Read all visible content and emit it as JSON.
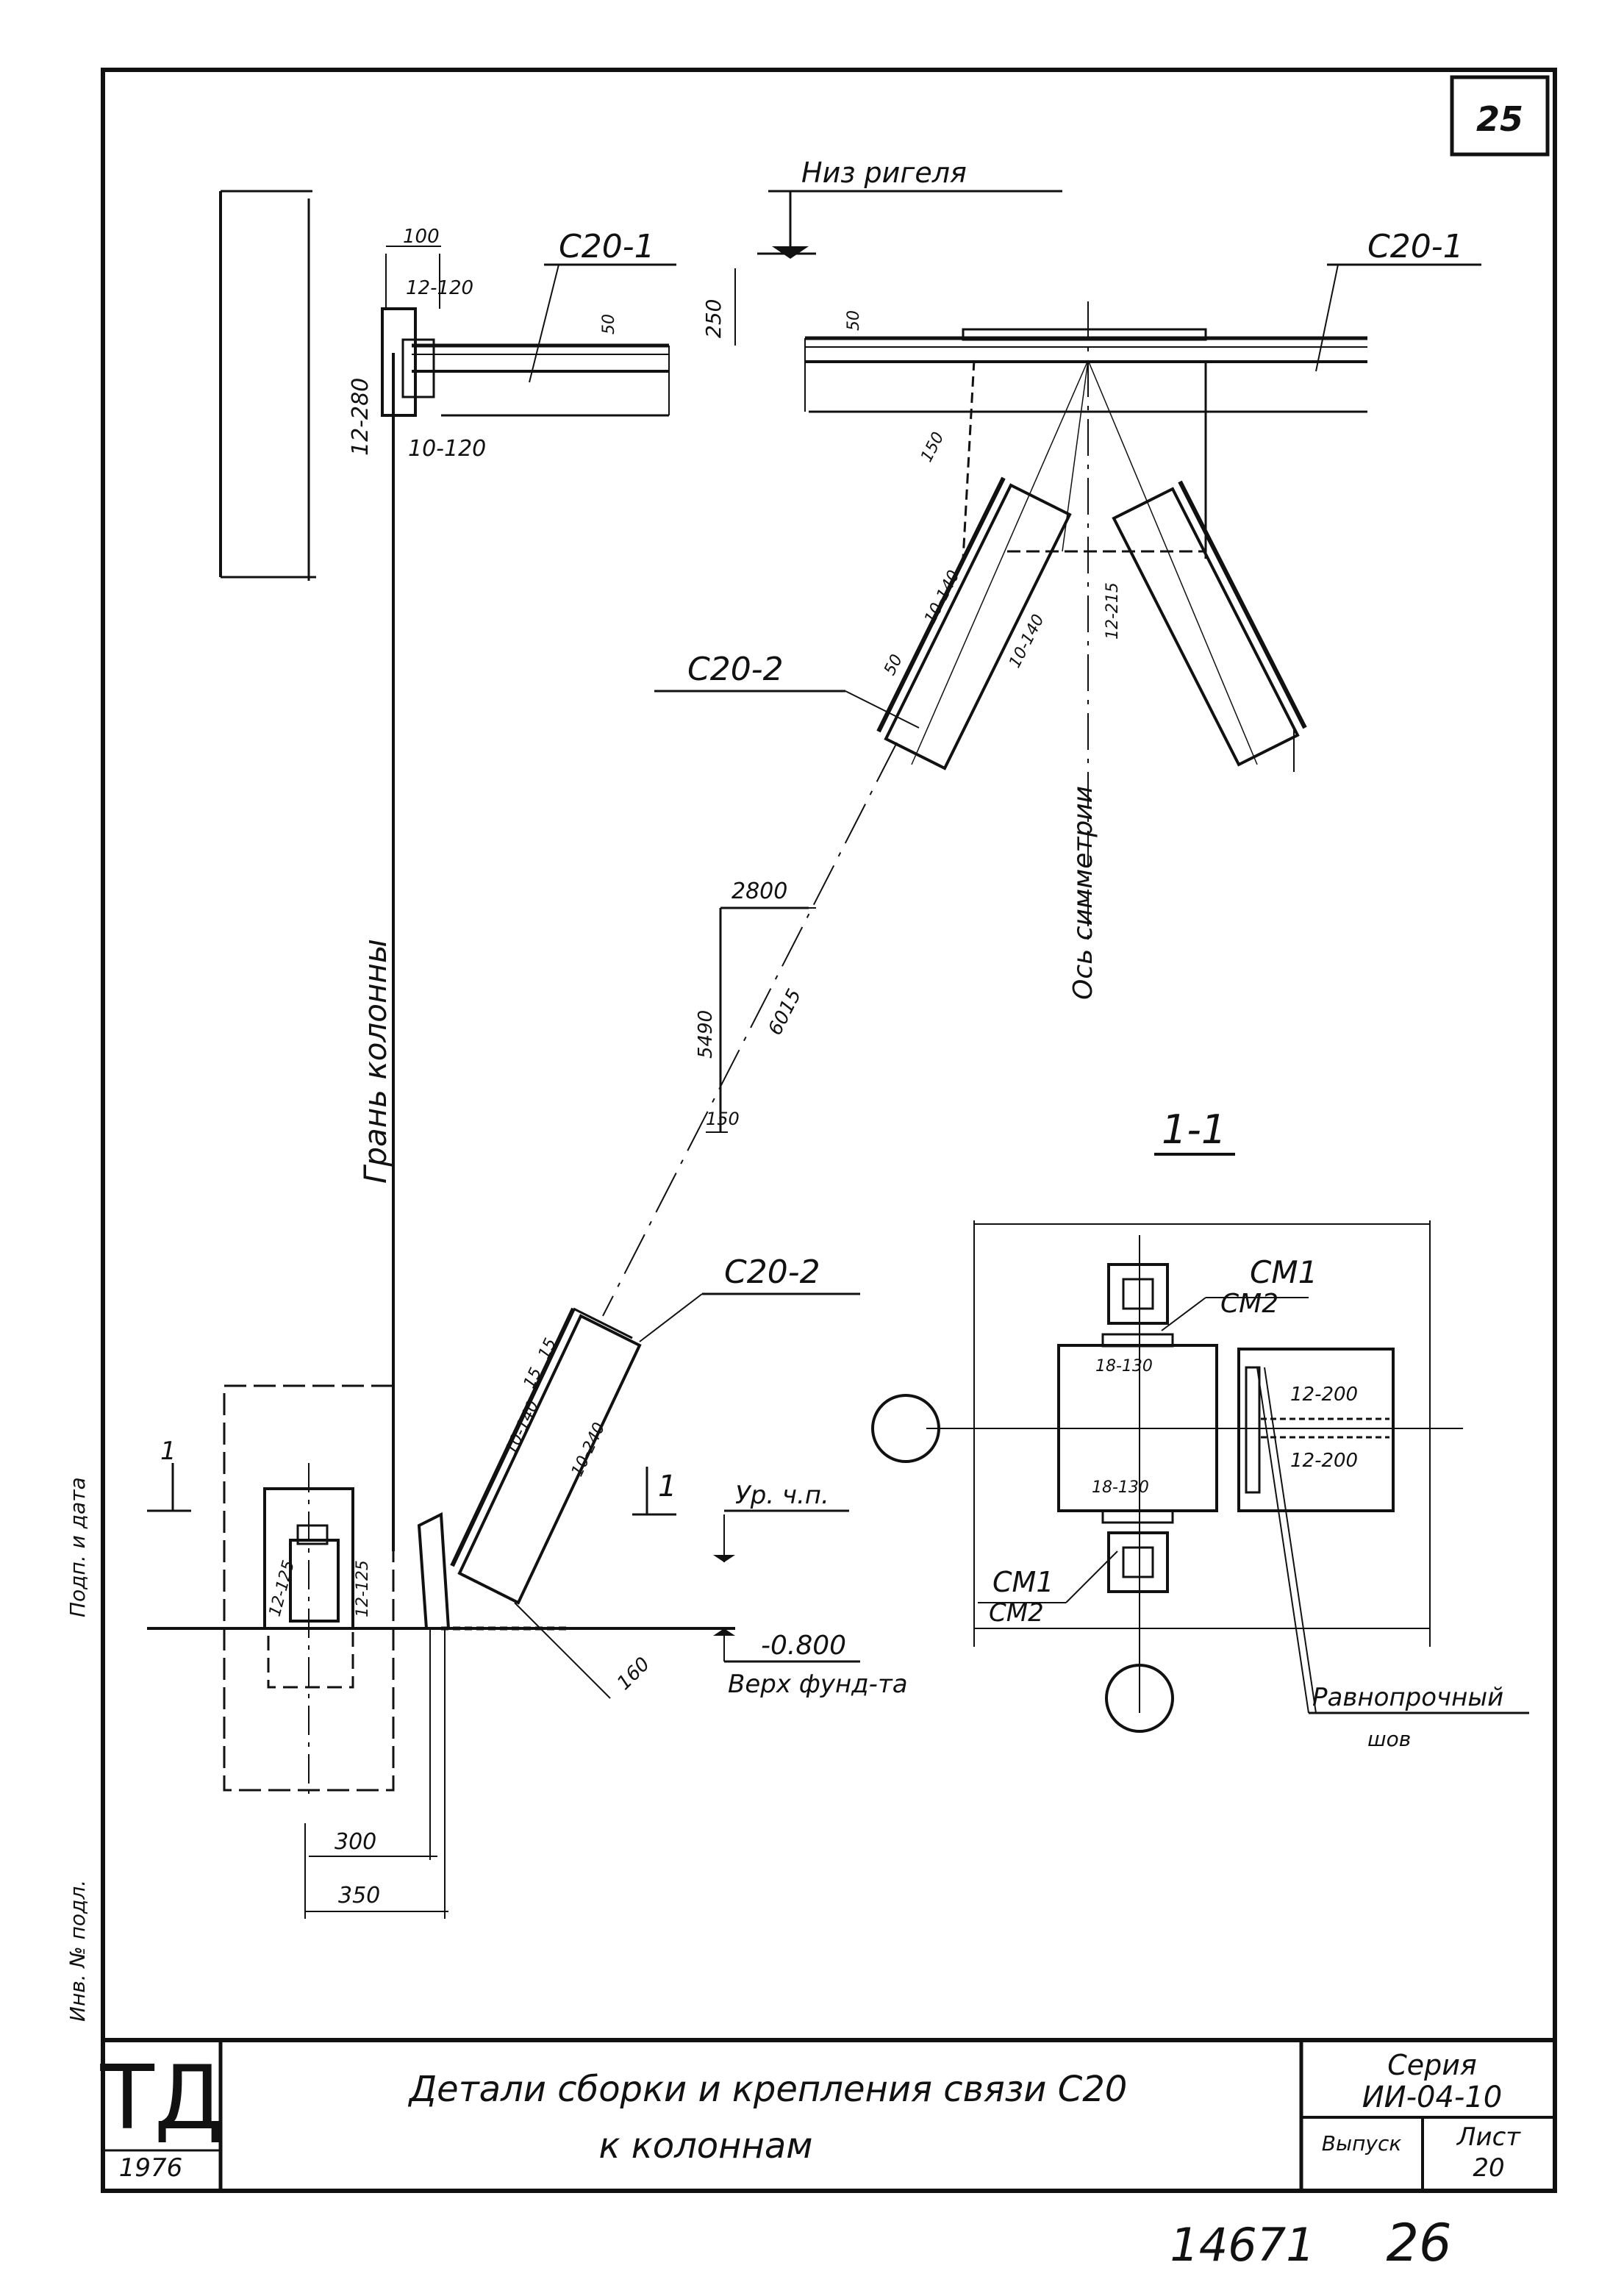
{
  "sheet": {
    "corner_number": "25",
    "stamp_number": "14671",
    "stamp_page": "26",
    "side_text": [
      "Подп. и дата",
      "Инв. № подл."
    ]
  },
  "title_block": {
    "logo": "ТД",
    "year": "1976",
    "title_line1": "Детали сборки и крепления связи С20",
    "title_line2": "к колоннам",
    "series_label": "Серия",
    "series_value": "ИИ-04-10",
    "issue_label": "Выпуск",
    "sheet_label": "Лист",
    "sheet_value": "20"
  },
  "labels": {
    "riegel_bottom": "Низ ригеля",
    "column_face": "Грань колонны",
    "symmetry_axis": "Ось симметрии",
    "brace_c20_1_left": "С20-1",
    "brace_c20_1_right": "С20-1",
    "brace_c20_2_top": "С20-2",
    "brace_c20_2_bottom": "С20-2",
    "section_1_1": "1-1",
    "cm1_top": "СМ1",
    "cm2_top": "СМ2",
    "cm1_bottom": "СМ1",
    "cm2_bottom": "СМ2",
    "equal_strength_weld_1": "Равнопрочный",
    "equal_strength_weld_2": "шов",
    "floor_level": "Ур. ч.п.",
    "foundation_top_value": "-0.800",
    "foundation_top_label": "Верх фунд-та",
    "section_mark_left": "1",
    "section_mark_right": "1"
  },
  "dimensions": {
    "d100": "100",
    "d250": "250",
    "d12_120": "12-120",
    "d12_280": "12-280",
    "d10_120": "10-120",
    "d50_a": "50",
    "d50_b": "50",
    "d50_c": "50",
    "d2800": "2800",
    "d5490": "5490",
    "d6015": "6015",
    "d150": "150",
    "d10_140_a": "10-140",
    "d10_140_b": "10-140",
    "d10_240": "10-240",
    "d12_215": "12-215",
    "d12_125_a": "12-125",
    "d12_125_b": "12-125",
    "d18_130_a": "18-130",
    "d18_130_b": "18-130",
    "d12_200_a": "12-200",
    "d12_200_b": "12-200",
    "d15_a": "15",
    "d15_b": "15",
    "d160": "160",
    "d300": "300",
    "d350": "350"
  }
}
